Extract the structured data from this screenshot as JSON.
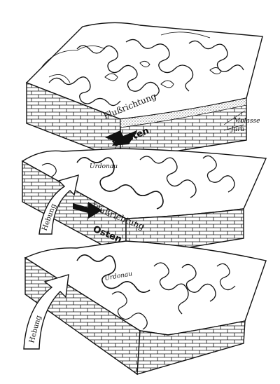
{
  "blocks": [
    {
      "flow_label": "Flußrichtung",
      "direction_label": "Westen",
      "strata": [
        "Molasse",
        "Jura"
      ]
    },
    {
      "feature_label": "Urdonau",
      "flow_label": "Flußrichtung",
      "direction_label": "Osten",
      "uplift_label": "Hebung"
    },
    {
      "feature_label": "Urdonau",
      "uplift_label": "Hebung"
    }
  ],
  "colors": {
    "ink": "#111111",
    "paper": "#ffffff"
  }
}
